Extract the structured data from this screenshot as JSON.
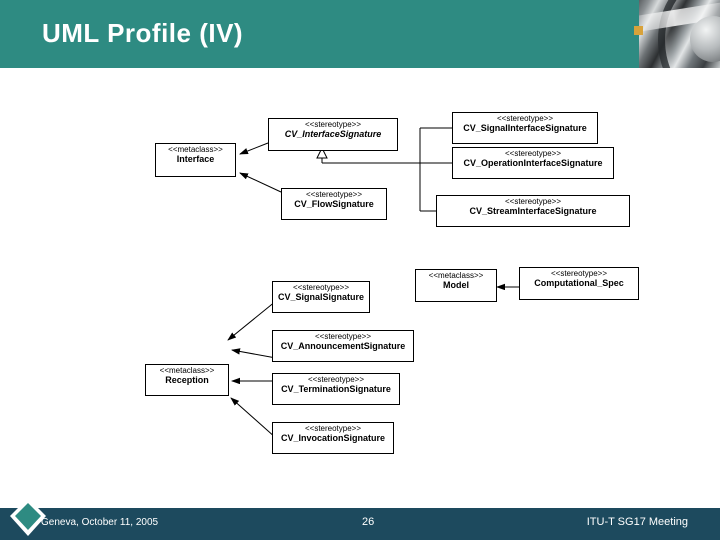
{
  "slide": {
    "title": "UML Profile (IV)",
    "accent_header": "#2e8b82",
    "accent_footer": "#1d4a5e",
    "header_image_name": "abstract-metallic-photo"
  },
  "footer": {
    "left": "Geneva, October 11, 2005",
    "page": "26",
    "right": "ITU-T SG17 Meeting",
    "logo_name": "diamond-logo"
  },
  "diagram": {
    "keyword_metaclass": "<<metaclass>>",
    "keyword_stereotype": "<<stereotype>>",
    "boxes": [
      {
        "id": "interface",
        "stereo": "<<metaclass>>",
        "name": "Interface"
      },
      {
        "id": "cv_interface_signature",
        "stereo": "<<stereotype>>",
        "name": "CV_InterfaceSignature"
      },
      {
        "id": "cv_flow_signature",
        "stereo": "<<stereotype>>",
        "name": "CV_FlowSignature"
      },
      {
        "id": "cv_signal_interface_signature",
        "stereo": "<<stereotype>>",
        "name": "CV_SignalInterfaceSignature"
      },
      {
        "id": "cv_operation_interface_signature",
        "stereo": "<<stereotype>>",
        "name": "CV_OperationInterfaceSignature"
      },
      {
        "id": "cv_stream_interface_signature",
        "stereo": "<<stereotype>>",
        "name": "CV_StreamInterfaceSignature"
      },
      {
        "id": "model",
        "stereo": "<<metaclass>>",
        "name": "Model"
      },
      {
        "id": "computational_spec",
        "stereo": "<<stereotype>>",
        "name": "Computational_Spec"
      },
      {
        "id": "cv_signal_signature",
        "stereo": "<<stereotype>>",
        "name": "CV_SignalSignature"
      },
      {
        "id": "cv_announcement_signature",
        "stereo": "<<stereotype>>",
        "name": "CV_AnnouncementSignature"
      },
      {
        "id": "reception",
        "stereo": "<<metaclass>>",
        "name": "Reception"
      },
      {
        "id": "cv_termination_signature",
        "stereo": "<<stereotype>>",
        "name": "CV_TerminationSignature"
      },
      {
        "id": "cv_invocation_signature",
        "stereo": "<<stereotype>>",
        "name": "CV_InvocationSignature"
      }
    ]
  }
}
